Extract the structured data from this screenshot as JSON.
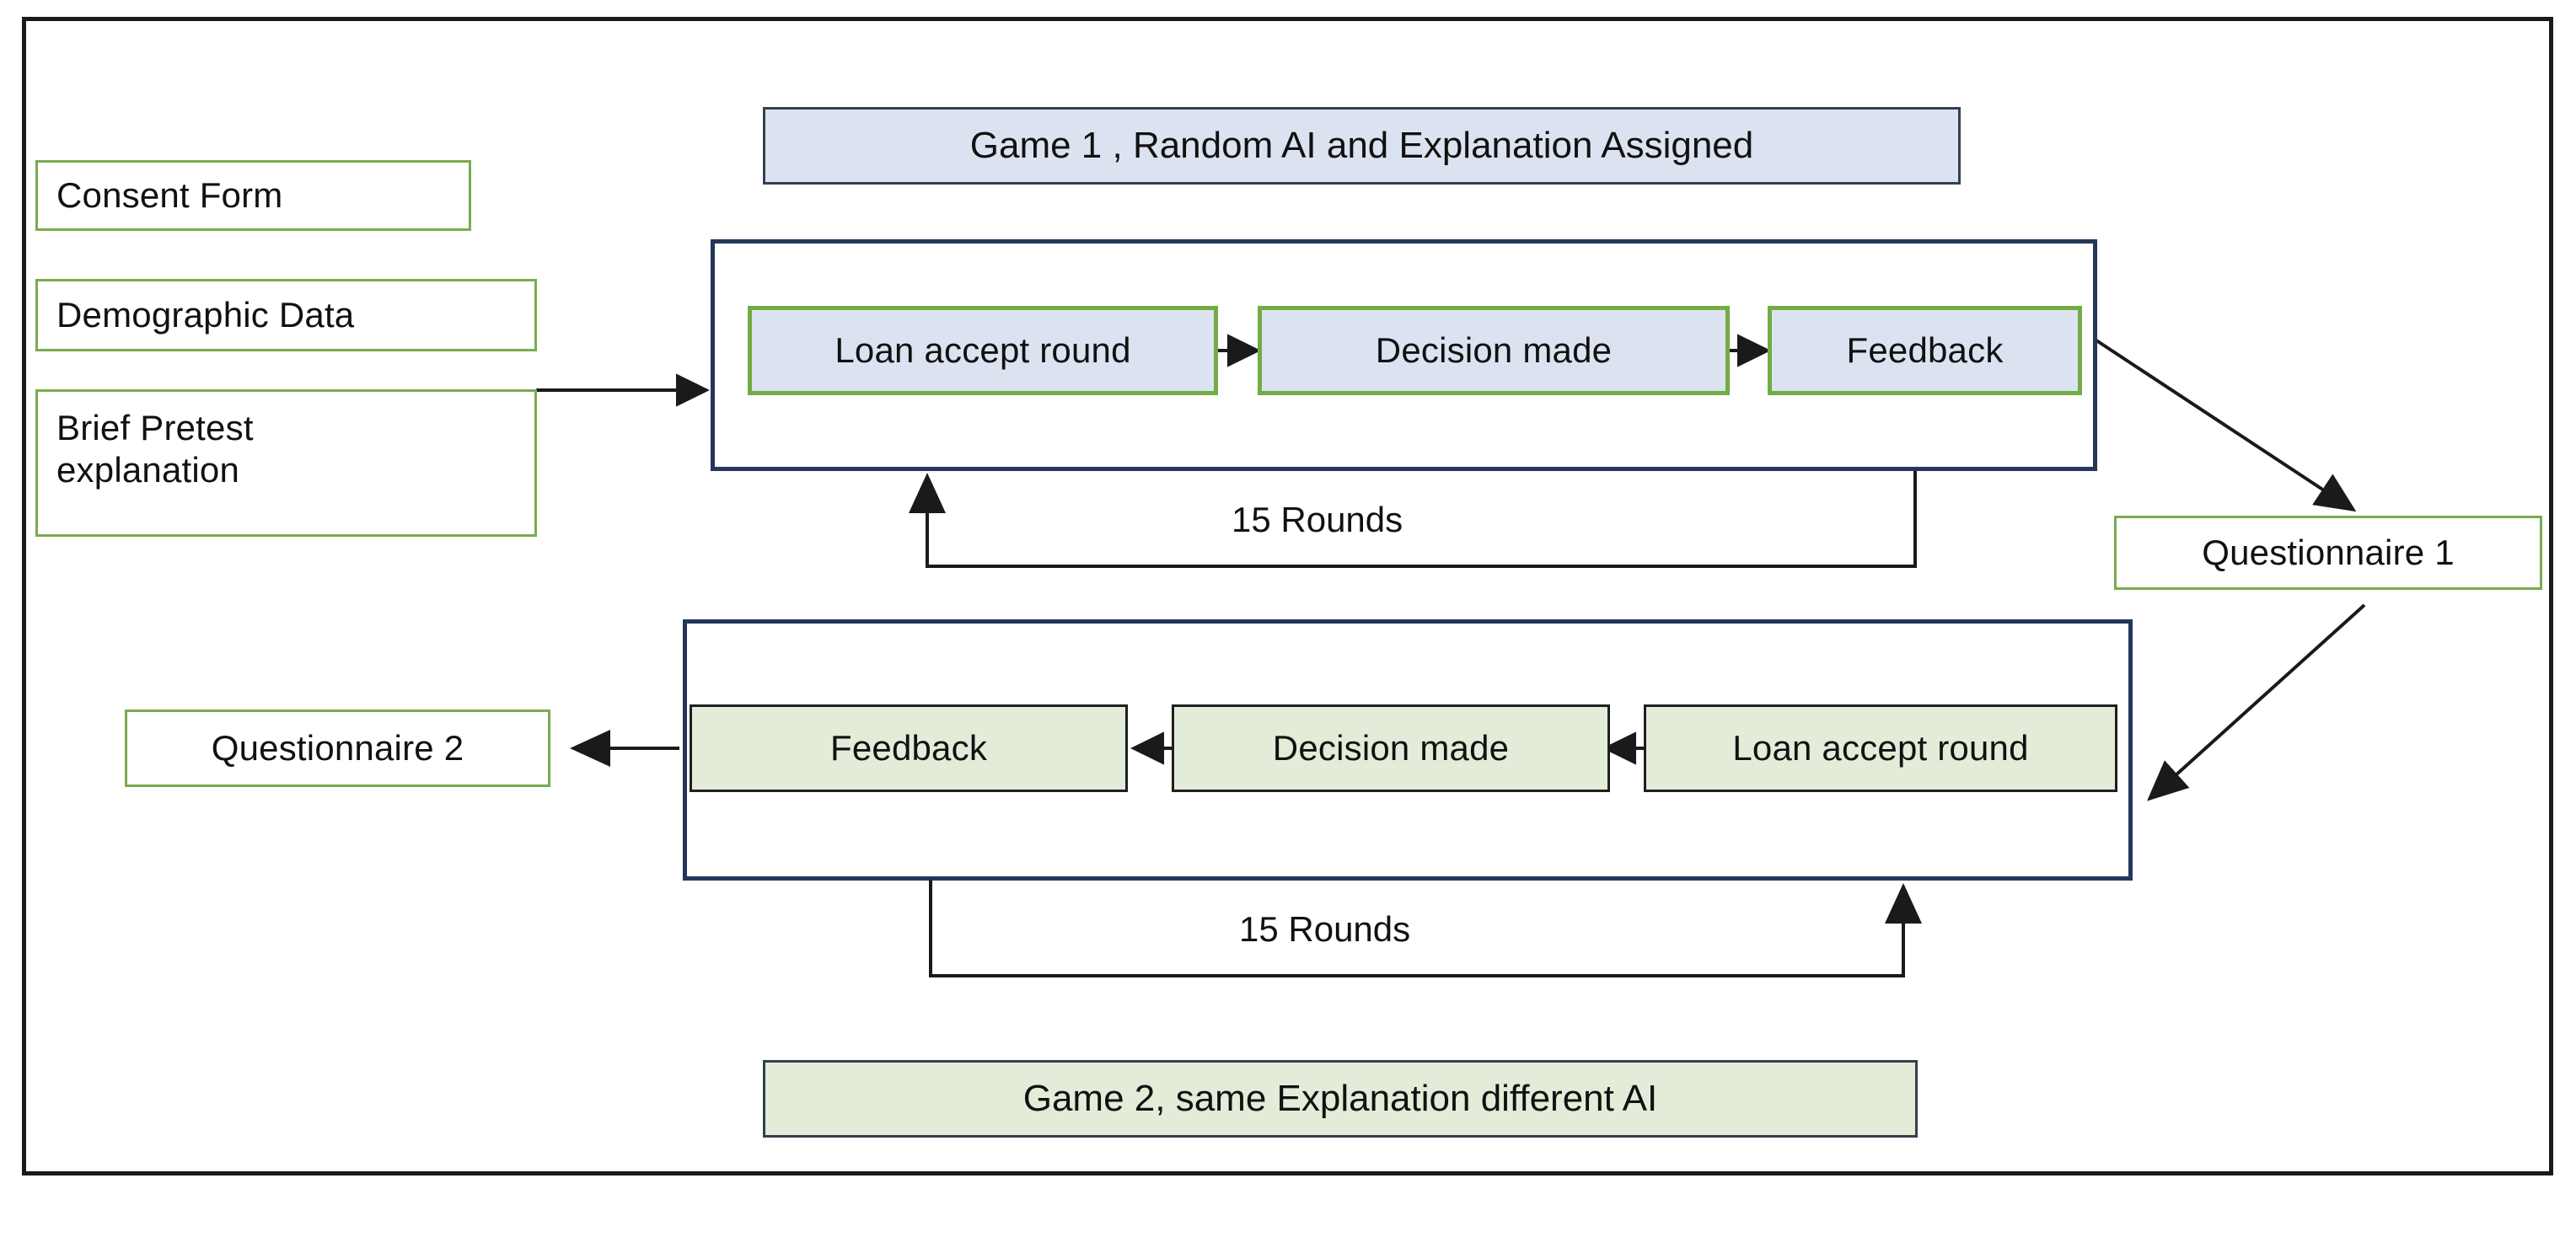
{
  "diagram": {
    "title": "Experiment flow diagram",
    "colors": {
      "frame_border": "#1a1a1a",
      "green_outline": "#7aab4e",
      "blue_fill": "#dce3f0",
      "green_fill": "#e2ecd8",
      "container_border": "#24365a",
      "banner_border": "#34404f",
      "text": "#111111",
      "connector": "#1a1a1a"
    }
  },
  "intake": {
    "steps": [
      {
        "label": "Consent Form"
      },
      {
        "label": "Demographic Data"
      },
      {
        "label": "Brief Pretest\nexplanation"
      }
    ]
  },
  "game1": {
    "banner": "Game 1 , Random AI and Explanation Assigned",
    "steps": [
      {
        "label": "Loan accept round"
      },
      {
        "label": "Decision made"
      },
      {
        "label": "Feedback"
      }
    ],
    "loop_label": "15 Rounds"
  },
  "game2": {
    "banner": "Game 2, same Explanation different AI",
    "steps": [
      {
        "label": "Feedback"
      },
      {
        "label": "Decision made"
      },
      {
        "label": "Loan accept round"
      }
    ],
    "loop_label": "15 Rounds"
  },
  "questionnaires": [
    {
      "label": "Questionnaire 1"
    },
    {
      "label": "Questionnaire 2"
    }
  ]
}
